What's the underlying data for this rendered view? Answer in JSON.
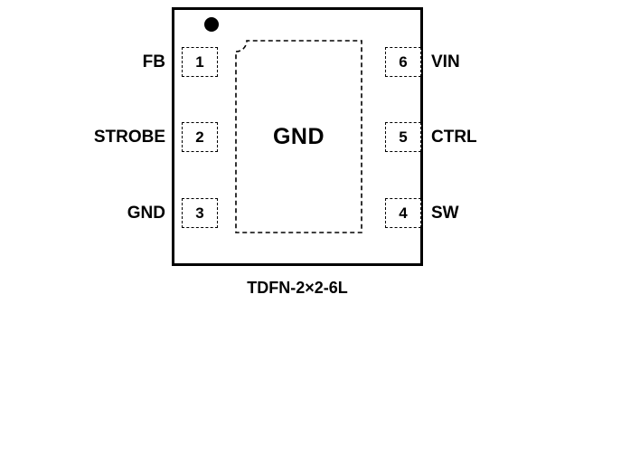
{
  "diagram": {
    "caption": "TDFN-2×2-6L",
    "pad": {
      "label": "GND"
    },
    "icons": {
      "pin1_marker": "filled-circle"
    },
    "left_pins": [
      {
        "number": "1",
        "label": "FB"
      },
      {
        "number": "2",
        "label": "STROBE"
      },
      {
        "number": "3",
        "label": "GND"
      }
    ],
    "right_pins": [
      {
        "number": "6",
        "label": "VIN"
      },
      {
        "number": "5",
        "label": "CTRL"
      },
      {
        "number": "4",
        "label": "SW"
      }
    ]
  }
}
